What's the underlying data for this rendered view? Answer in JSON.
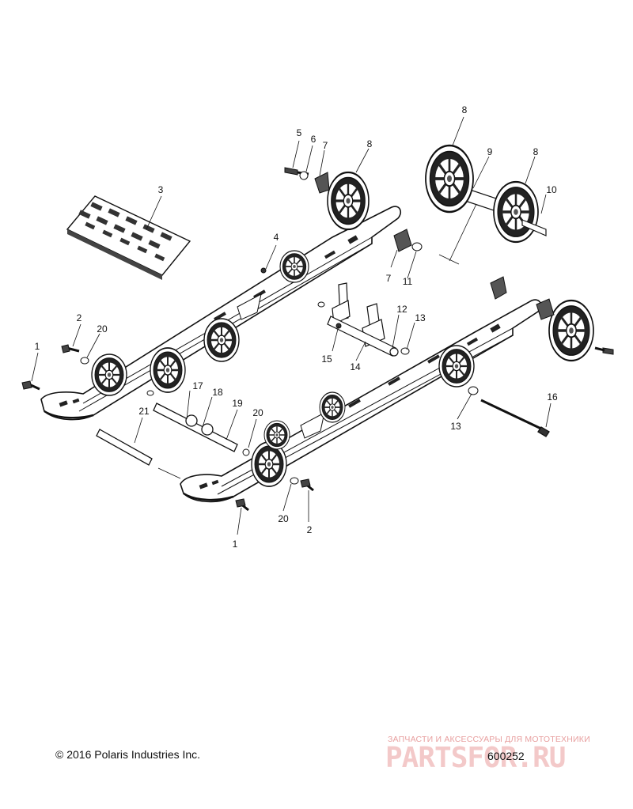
{
  "callouts": [
    "1",
    "2",
    "3",
    "4",
    "5",
    "6",
    "7",
    "8",
    "9",
    "10",
    "11",
    "12",
    "13",
    "14",
    "15",
    "16",
    "17",
    "18",
    "19",
    "20",
    "21"
  ],
  "footer": {
    "copyright": "© 2016 Polaris Industries Inc.",
    "doc_number": "600252"
  },
  "watermark": {
    "tagline": "ЗАПЧАСТИ И АКСЕССУАРЫ ДЛЯ МОТОТЕХНИКИ",
    "logo": "PARTSFOR.RU"
  }
}
